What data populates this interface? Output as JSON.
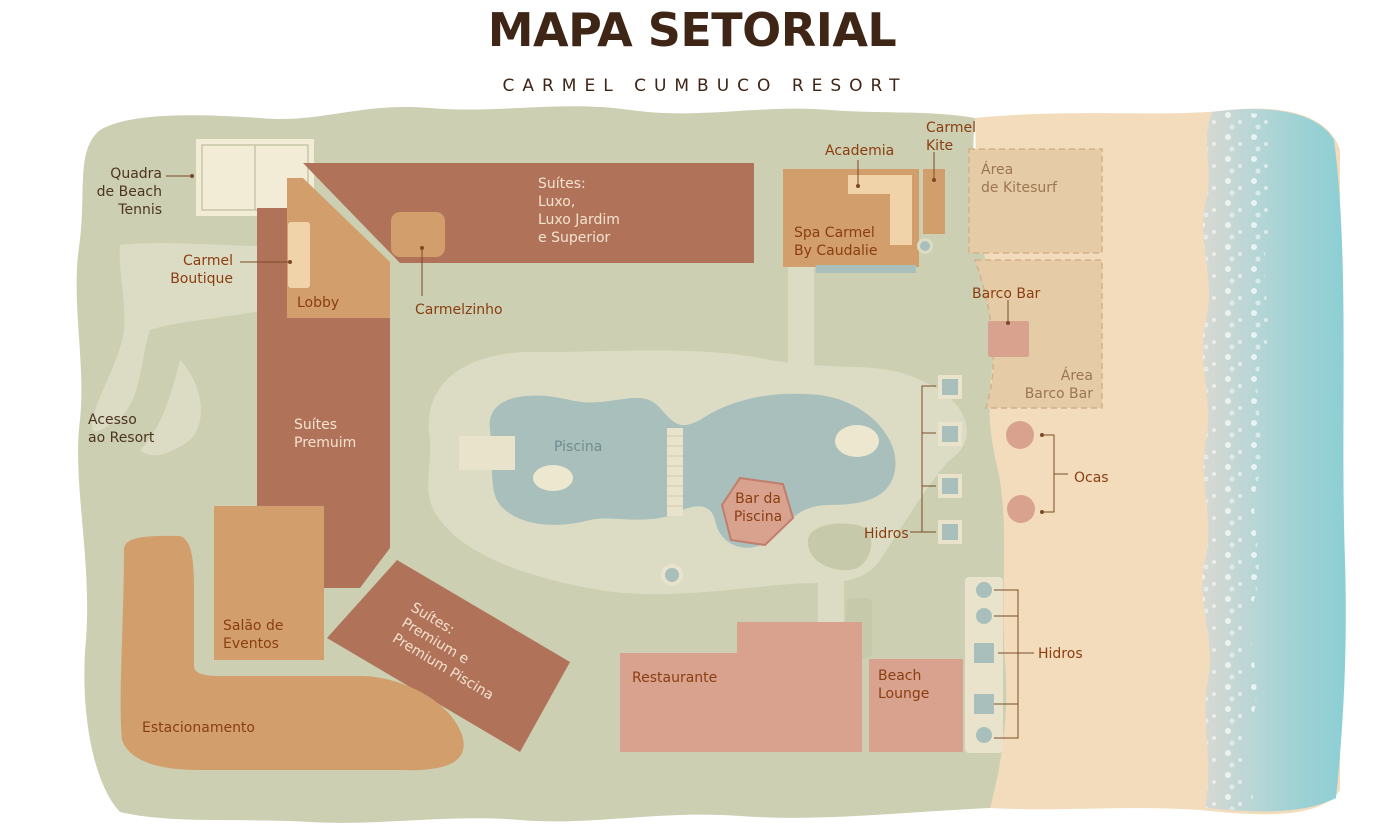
{
  "header": {
    "title": "MAPA SETORIAL",
    "subtitle": "CARMEL CUMBUCO RESORT"
  },
  "colors": {
    "grass": "#cccfb1",
    "path": "#dcdcc4",
    "suite": "#b0735a",
    "orange": "#d29e6c",
    "pink": "#d8a28f",
    "sand": "#f3dcbc",
    "pool": "#a9bfbb",
    "label_dark": "#8a3e10",
    "title": "#3f2516"
  },
  "labels": {
    "quadra": [
      "Quadra",
      "de Beach",
      "Tennis"
    ],
    "boutique": [
      "Carmel",
      "Boutique"
    ],
    "acesso": [
      "Acesso",
      "ao Resort"
    ],
    "lobby": "Lobby",
    "carmelzinho": "Carmelzinho",
    "suites_luxo": [
      "Suítes:",
      "Luxo,",
      "Luxo Jardim",
      "e Superior"
    ],
    "suites_premium": [
      "Suítes",
      "Premuim"
    ],
    "suites_piscina": [
      "Suítes:",
      "Premium e",
      "Premium Piscina"
    ],
    "salao": [
      "Salão de",
      "Eventos"
    ],
    "estacionamento": "Estacionamento",
    "academia": "Academia",
    "carmel_kite": [
      "Carmel",
      "Kite"
    ],
    "spa": [
      "Spa Carmel",
      "By Caudalie"
    ],
    "area_kite": [
      "Área",
      "de Kitesurf"
    ],
    "barco_bar": "Barco Bar",
    "area_barco": [
      "Área",
      "Barco Bar"
    ],
    "ocas": "Ocas",
    "piscina": "Piscina",
    "bar_piscina": [
      "Bar da",
      "Piscina"
    ],
    "hidros_1": "Hidros",
    "hidros_2": "Hidros",
    "restaurante": "Restaurante",
    "beach_lounge": [
      "Beach",
      "Lounge"
    ]
  }
}
